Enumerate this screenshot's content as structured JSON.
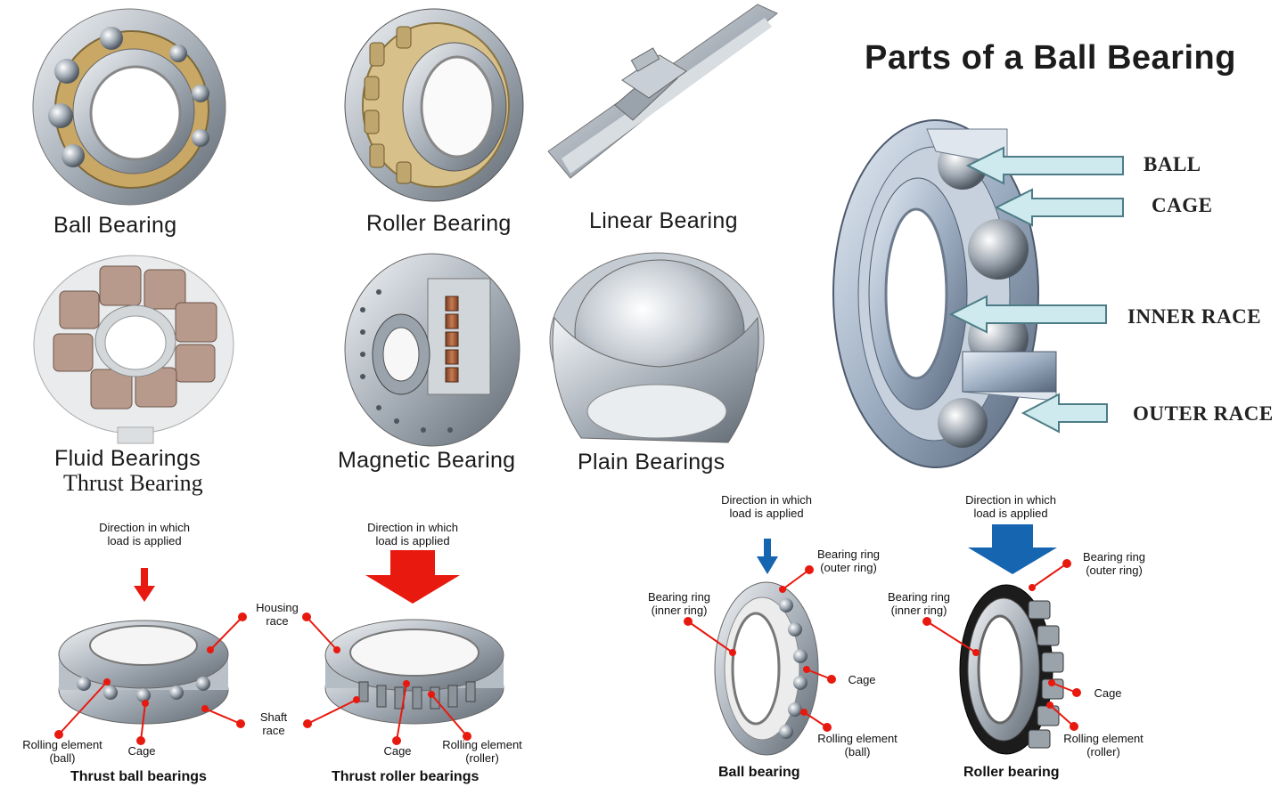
{
  "top_gallery": {
    "ball": "Ball Bearing",
    "roller": "Roller Bearing",
    "linear": "Linear Bearing",
    "fluid": "Fluid Bearings",
    "thrust": "Thrust Bearing",
    "magnetic": "Magnetic Bearing",
    "plain": "Plain Bearings"
  },
  "parts_diagram": {
    "title": "Parts of a Ball Bearing",
    "labels": [
      "BALL",
      "CAGE",
      "INNER RACE",
      "OUTER RACE"
    ]
  },
  "thrust_diagram": {
    "load_ball": "Direction in which\nload is applied",
    "load_roller": "Direction in which\nload is applied",
    "housing_race": "Housing\nrace",
    "shaft_race": "Shaft\nrace",
    "rolling_ball": "Rolling element\n(ball)",
    "cage_ball": "Cage",
    "cage_roller": "Cage",
    "rolling_roller": "Rolling element\n(roller)",
    "caption_ball": "Thrust ball bearings",
    "caption_roller": "Thrust roller bearings"
  },
  "radial_diagram": {
    "load_ball": "Direction in which\nload is applied",
    "load_roller": "Direction in which\nload is applied",
    "outer_ring_ball": "Bearing ring\n(outer ring)",
    "inner_ring_ball": "Bearing ring\n(inner ring)",
    "cage_ball": "Cage",
    "rolling_ball": "Rolling element\n(ball)",
    "outer_ring_roller": "Bearing ring\n(outer ring)",
    "inner_ring_roller": "Bearing ring\n(inner ring)",
    "cage_roller": "Cage",
    "rolling_roller": "Rolling element\n(roller)",
    "caption_ball": "Ball bearing",
    "caption_roller": "Roller bearing"
  },
  "colors": {
    "red_arrow": "#e8190f",
    "blue_arrow": "#1565b0",
    "pale_arrow": "#cfeaee",
    "steel": "#b9c0c8"
  }
}
